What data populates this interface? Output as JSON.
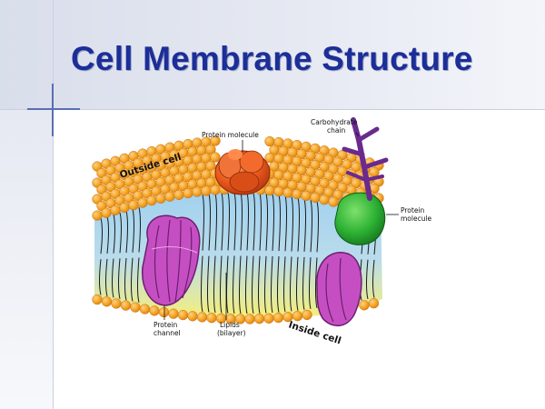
{
  "slide": {
    "title": "Cell Membrane Structure"
  },
  "diagram": {
    "labels": {
      "carbohydrate_line1": "Carbohydrate",
      "carbohydrate_line2": "chain",
      "protein_molecule_top": "Protein molecule",
      "outside_cell": "Outside cell",
      "inside_cell": "Inside cell",
      "protein_molecule_right_line1": "Protein",
      "protein_molecule_right_line2": "molecule",
      "protein_channel_line1": "Protein",
      "protein_channel_line2": "channel",
      "lipids_line1": "Lipids",
      "lipids_line2": "(bilayer)"
    },
    "colors": {
      "title": "#1c2e97",
      "lipid_head": "#f5a623",
      "interior_top": "#9fd0ee",
      "interior_bottom": "#f6ef7a",
      "channel_protein": "#c54fc2",
      "protein_red": "#e8581c",
      "protein_green": "#2db234",
      "carbohydrate": "#6a2a8e"
    }
  }
}
